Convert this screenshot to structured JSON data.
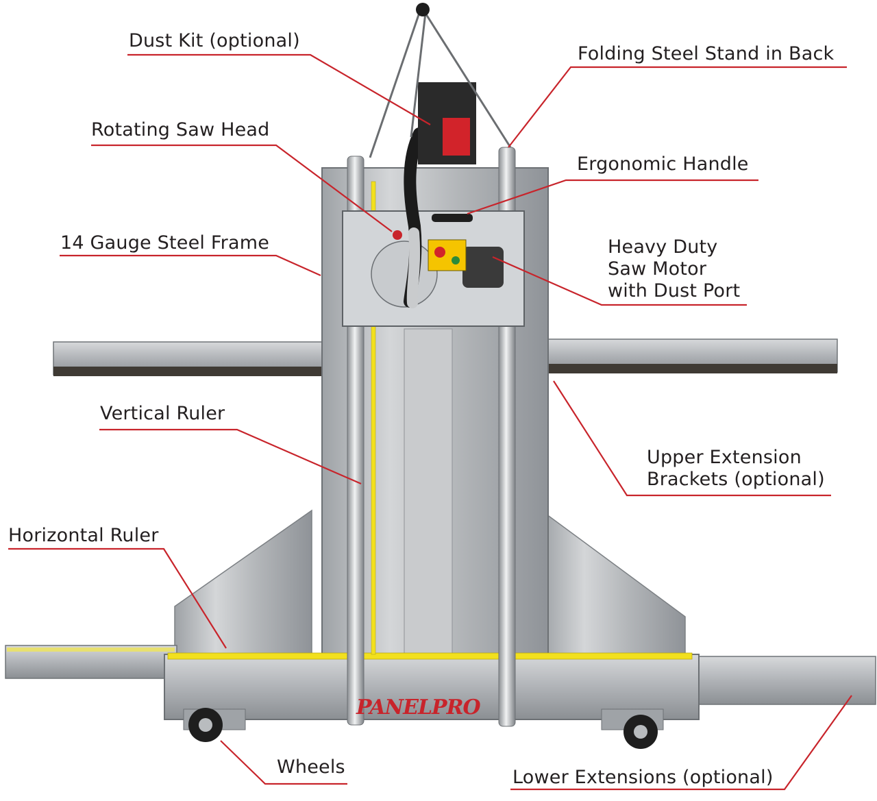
{
  "brand": "PANELPRO",
  "colors": {
    "leader_line": "#c8242b",
    "label_text": "#231f20",
    "steel": "#b9bcbf",
    "ruler_yellow": "#f2e01e",
    "switch_yellow": "#f5c400"
  },
  "labels": {
    "dust_kit": "Dust Kit (optional)",
    "folding_stand": "Folding Steel Stand in Back",
    "rotating_head": "Rotating Saw Head",
    "ergonomic_handle": "Ergonomic Handle",
    "steel_frame": "14 Gauge Steel Frame",
    "saw_motor": [
      "Heavy Duty",
      "Saw Motor",
      "with Dust Port"
    ],
    "vertical_ruler": "Vertical Ruler",
    "upper_extension": [
      "Upper Extension",
      "Brackets (optional)"
    ],
    "horizontal_ruler": "Horizontal Ruler",
    "wheels": "Wheels",
    "lower_extensions": "Lower Extensions (optional)"
  }
}
